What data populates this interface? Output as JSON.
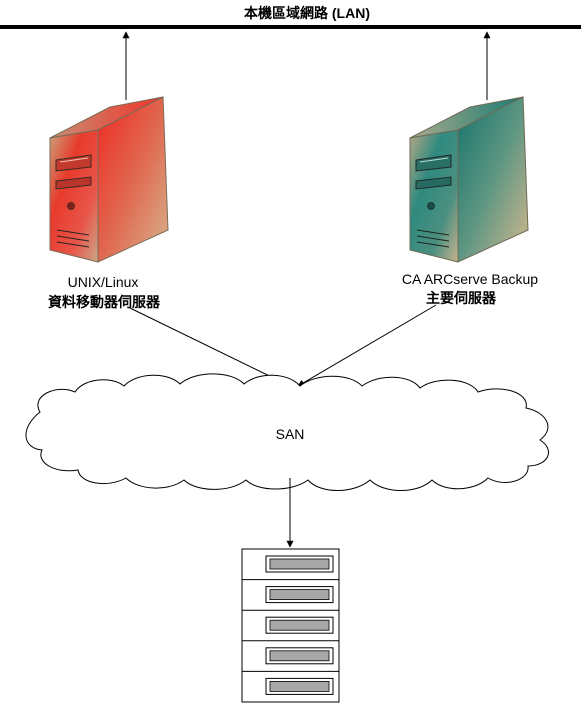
{
  "lan": {
    "title": "本機區域網路 (LAN)"
  },
  "servers": [
    {
      "name_line1": "UNIX/Linux",
      "name_line2": "資料移動器伺服器",
      "color": "#e8312a"
    },
    {
      "name_line1": "CA ARCserve Backup",
      "name_line2": "主要伺服器",
      "color": "#1f7a73"
    }
  ],
  "san": {
    "label": "SAN"
  },
  "storage": {
    "bays": 5
  }
}
